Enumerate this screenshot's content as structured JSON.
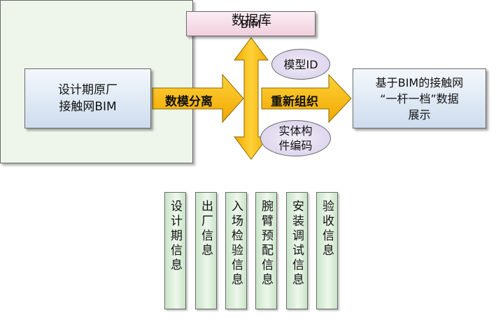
{
  "top_box": {
    "label": "BIM"
  },
  "source_box": {
    "line1": "设计期原厂",
    "line2": "接触网BIM"
  },
  "display_box": {
    "line1": "基于BIM的接触网",
    "line2": "“一杆一档”数据",
    "line3": "展示"
  },
  "left_arrow": {
    "label": "数模分离"
  },
  "right_arrow": {
    "label": "重新组织"
  },
  "model_id": {
    "label": "模型ID"
  },
  "entity_code": {
    "line1": "实体构",
    "line2": "件编码"
  },
  "database": {
    "title": "数据库",
    "columns": [
      "设计期信息",
      "出厂信息",
      "入场检验信息",
      "腕臂预配信息",
      "安装调试信息",
      "验收信息"
    ]
  },
  "colors": {
    "arrow_fill": "#f5b800",
    "arrow_stroke": "#8a6a00",
    "box_blue": "#cddcee",
    "box_pink": "#f1cfdd",
    "db_green": "#eef6ec",
    "ellipse_purple": "#d6cde9"
  }
}
